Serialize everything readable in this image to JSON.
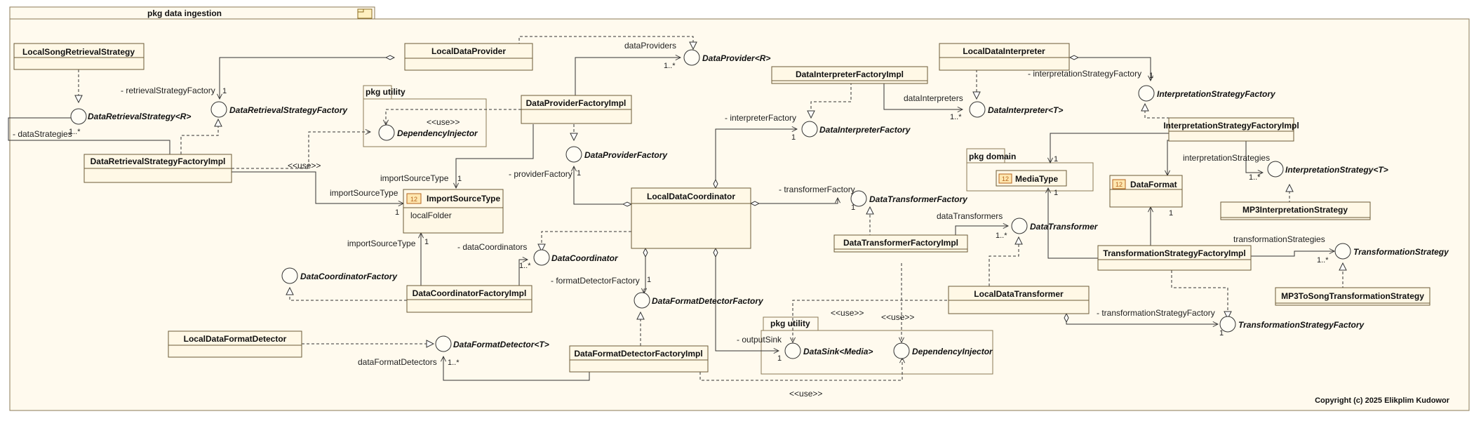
{
  "package": {
    "title": "pkg data ingestion"
  },
  "classes": {
    "local_song_retrieval_strategy": "LocalSongRetrievalStrategy",
    "local_data_provider": "LocalDataProvider",
    "data_provider_factory_impl": "DataProviderFactoryImpl",
    "data_retrieval_strategy_factory_impl": "DataRetrievalStrategyFactoryImpl",
    "data_interpreter_factory_impl": "DataInterpreterFactoryImpl",
    "local_data_interpreter": "LocalDataInterpreter",
    "interpretation_strategy_factory_impl": "InterpretationStrategyFactoryImpl",
    "local_data_coordinator": "LocalDataCoordinator",
    "data_transformer_factory_impl": "DataTransformerFactoryImpl",
    "local_data_transformer": "LocalDataTransformer",
    "transformation_strategy_factory_impl": "TransformationStrategyFactoryImpl",
    "mp3_interpretation_strategy": "MP3InterpretationStrategy",
    "mp3_to_song_transformation_strategy": "MP3ToSongTransformationStrategy",
    "data_coordinator_factory_impl": "DataCoordinatorFactoryImpl",
    "local_data_format_detector": "LocalDataFormatDetector",
    "data_format_detector_factory_impl": "DataFormatDetectorFactoryImpl"
  },
  "enums": {
    "import_source_type": {
      "name": "ImportSourceType",
      "literal": "localFolder"
    },
    "media_type": "MediaType",
    "data_format": "DataFormat",
    "badge": "12"
  },
  "interfaces": {
    "data_retrieval_strategy": "DataRetrievalStrategy<R>",
    "data_retrieval_strategy_factory": "DataRetrievalStrategyFactory",
    "data_provider": "DataProvider<R>",
    "dependency_injector_1": "DependencyInjector",
    "data_provider_factory": "DataProviderFactory",
    "data_interpreter_factory": "DataInterpreterFactory",
    "data_interpreter": "DataInterpreter<T>",
    "interpretation_strategy_factory": "InterpretationStrategyFactory",
    "interpretation_strategy": "InterpretationStrategy<T>",
    "data_transformer_factory": "DataTransformerFactory",
    "data_transformer": "DataTransformer",
    "transformation_strategy": "TransformationStrategy",
    "transformation_strategy_factory": "TransformationStrategyFactory",
    "data_coordinator": "DataCoordinator",
    "data_coordinator_factory": "DataCoordinatorFactory",
    "data_format_detector_factory": "DataFormatDetectorFactory",
    "data_format_detector": "DataFormatDetector<T>",
    "data_sink": "DataSink<Media>",
    "dependency_injector_2": "DependencyInjector"
  },
  "packages": {
    "utility_1": "pkg utility",
    "utility_2": "pkg utility",
    "domain": "pkg domain"
  },
  "labels": {
    "data_strategies": "- dataStrategies",
    "retrieval_strategy_factory": "- retrievalStrategyFactory",
    "data_providers": "dataProviders",
    "use_1": "<<use>>",
    "use_2": "<<use>>",
    "use_3": "<<use>>",
    "use_4": "<<use>>",
    "use_5": "<<use>>",
    "import_source_type_1": "importSourceType",
    "import_source_type_2": "importSourceType",
    "import_source_type_3": "importSourceType",
    "provider_factory": "- providerFactory",
    "interpreter_factory": "- interpreterFactory",
    "data_interpreters": "dataInterpreters",
    "interpretation_strategy_factory": "- interpretationStrategyFactory",
    "interpretation_strategies": "interpretationStrategies",
    "transformer_factory": "- transformerFactory",
    "data_transformers": "dataTransformers",
    "transformation_strategies": "transformationStrategies",
    "transformation_strategy_factory": "- transformationStrategyFactory",
    "data_coordinators": "- dataCoordinators",
    "format_detector_factory": "- formatDetectorFactory",
    "output_sink": "- outputSink",
    "data_format_detectors": "dataFormatDetectors"
  },
  "mult": {
    "one": "1",
    "many": "1..*"
  },
  "copyright": "Copyright (c) 2025 Elikplim Kudowor"
}
